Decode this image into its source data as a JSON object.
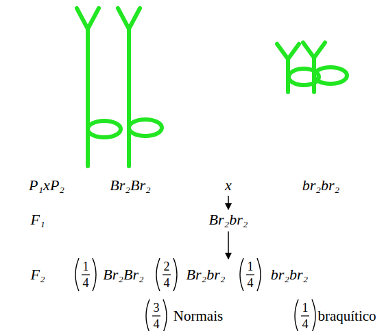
{
  "diagram": {
    "labels": [
      "P₁xP₂",
      "Br₂Br₂",
      "x",
      "br₂br₂",
      "F₁",
      "Br₂br₂",
      "F₂",
      "1",
      "4",
      "Br₂Br₂",
      "2",
      "4",
      "Br₂br₂",
      "1",
      "4",
      "br₂br₂",
      "3",
      "4",
      "Normais",
      "1",
      "4",
      "braquítico"
    ]
  }
}
